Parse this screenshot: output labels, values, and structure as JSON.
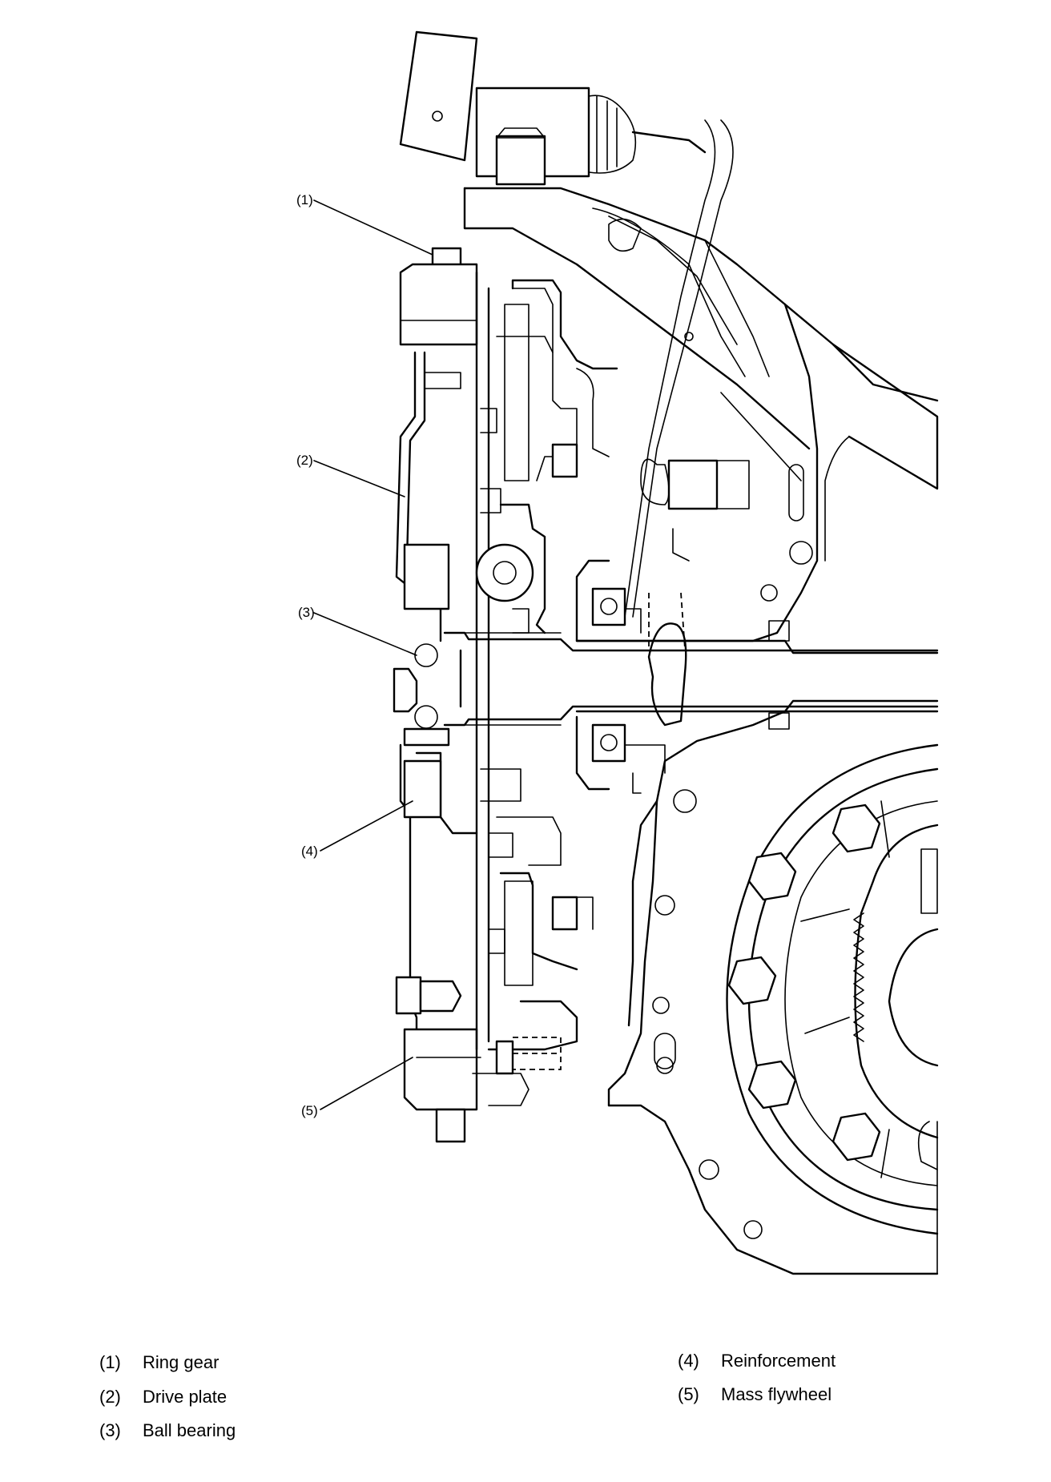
{
  "callouts": [
    {
      "id": "1",
      "label": "(1)"
    },
    {
      "id": "2",
      "label": "(2)"
    },
    {
      "id": "3",
      "label": "(3)"
    },
    {
      "id": "4",
      "label": "(4)"
    },
    {
      "id": "5",
      "label": "(5)"
    }
  ],
  "legend": [
    {
      "num": "(1)",
      "text": "Ring gear"
    },
    {
      "num": "(2)",
      "text": "Drive plate"
    },
    {
      "num": "(3)",
      "text": "Ball bearing"
    },
    {
      "num": "(4)",
      "text": "Reinforcement"
    },
    {
      "num": "(5)",
      "text": "Mass flywheel"
    }
  ]
}
